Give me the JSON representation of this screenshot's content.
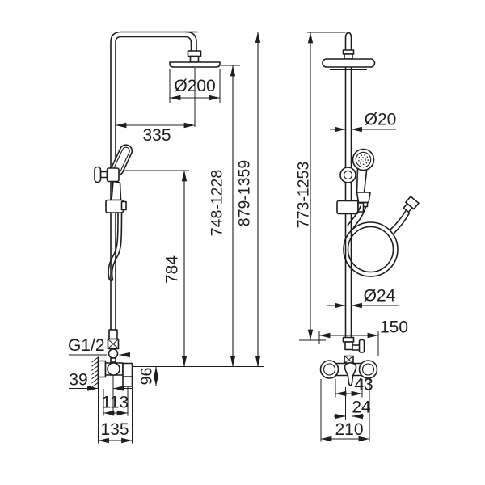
{
  "background_color": "#ffffff",
  "line_color": "#1d1d1b",
  "front_view": {
    "name": "shower column front view",
    "dims": {
      "head_diameter": "Ø200",
      "head_offset": "335",
      "upper_height_range": "748-1228",
      "total_height_range": "879-1359",
      "riser_height": "784",
      "inlet_thread": "G1/2",
      "wall_offset": "39",
      "body_height": "96",
      "body_depth": "113",
      "total_depth": "135"
    }
  },
  "side_view": {
    "name": "shower column side view",
    "dims": {
      "pipe_diameter": "Ø20",
      "height_range": "773-1253",
      "rail_diameter": "Ø24",
      "bracket_offset": "150",
      "lever_width": "43",
      "spout_width": "24",
      "body_width": "210"
    }
  }
}
